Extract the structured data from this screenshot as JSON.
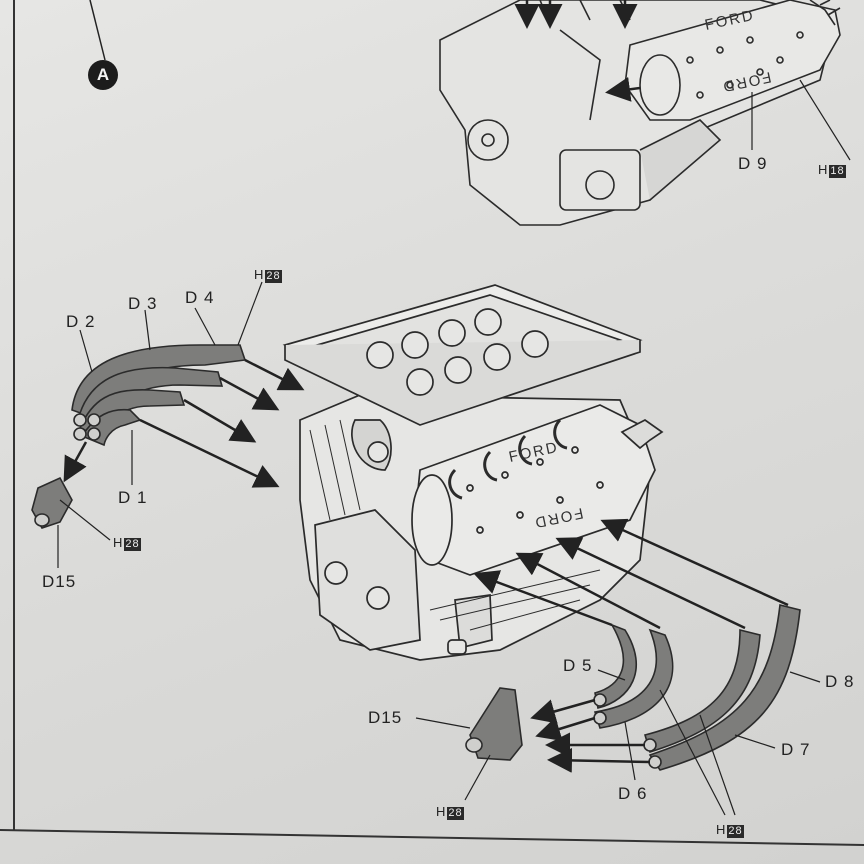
{
  "step_marker": "A",
  "top_engine": {
    "stamp_1": "FORD",
    "stamp_2": "FORD",
    "labels": {
      "d9": "D 9",
      "h_prefix": "H",
      "h_num": "18"
    }
  },
  "main_engine": {
    "stamp_1": "FORD",
    "stamp_2": "FORD"
  },
  "left_manifold": {
    "labels": {
      "d1": "D 1",
      "d2": "D 2",
      "d3": "D 3",
      "d4": "D 4",
      "d15": "D15",
      "h_top_prefix": "H",
      "h_top_num": "28",
      "h_cap_prefix": "H",
      "h_cap_num": "28"
    }
  },
  "right_manifold": {
    "labels": {
      "d5": "D 5",
      "d6": "D 6",
      "d7": "D 7",
      "d8": "D 8",
      "d15": "D15",
      "h_cap_prefix": "H",
      "h_cap_num": "28",
      "h_pipe_prefix": "H",
      "h_pipe_num": "28"
    }
  },
  "colors": {
    "pipe": "#7d7d7b",
    "line": "#2b2b2b",
    "paper": "#e2e2e0"
  }
}
